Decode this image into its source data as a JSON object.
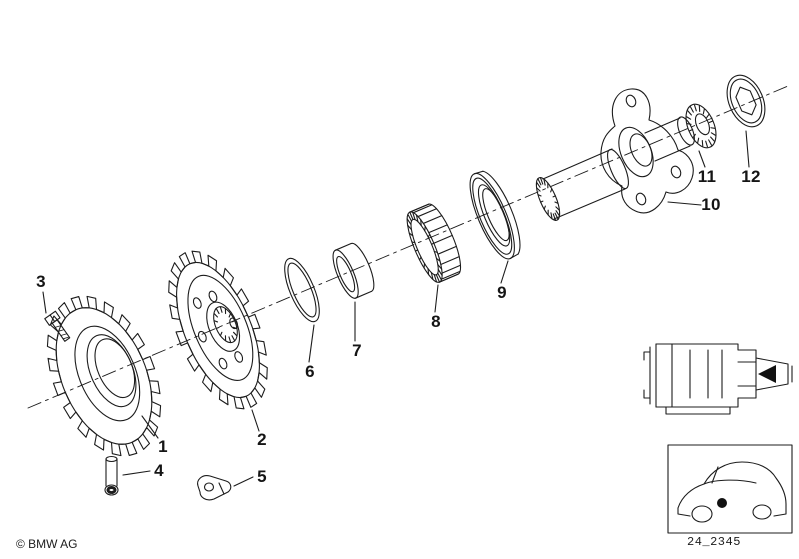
{
  "diagram": {
    "copyright": "© BMW AG",
    "code": "24_2345"
  },
  "callouts": [
    {
      "label": "1"
    },
    {
      "label": "2"
    },
    {
      "label": "3"
    },
    {
      "label": "4"
    },
    {
      "label": "5"
    },
    {
      "label": "6"
    },
    {
      "label": "7"
    },
    {
      "label": "8"
    },
    {
      "label": "9"
    },
    {
      "label": "10"
    },
    {
      "label": "11"
    },
    {
      "label": "12"
    }
  ]
}
